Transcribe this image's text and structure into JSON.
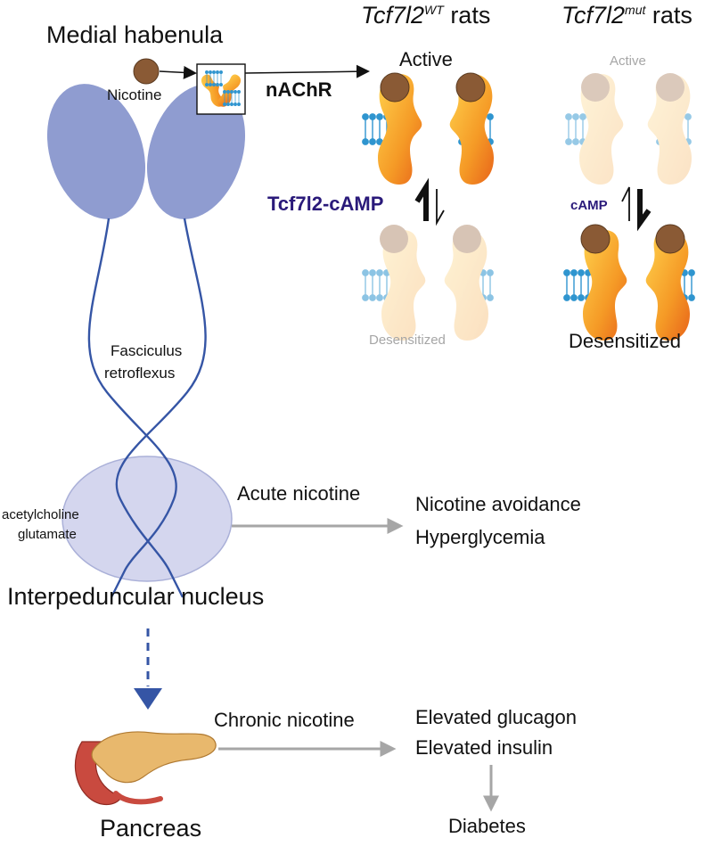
{
  "labels": {
    "medial_habenula": "Medial habenula",
    "nicotine": "Nicotine",
    "nachr": "nAChR",
    "fasciculus_line1": "Fasciculus",
    "fasciculus_line2": "retroflexus",
    "acetylcholine": "acetylcholine",
    "glutamate": "glutamate",
    "interpeduncular_nucleus": "Interpeduncular nucleus",
    "pancreas": "Pancreas"
  },
  "wt_panel": {
    "gene_base": "Tcf7l2",
    "gene_sup": "WT",
    "rats": " rats",
    "active": "Active",
    "regulator": "Tcf7l2-cAMP",
    "desensitized": "Desensitized"
  },
  "mut_panel": {
    "gene_base": "Tcf7l2",
    "gene_sup": "mut",
    "rats": " rats",
    "active": "Active",
    "regulator": "cAMP",
    "desensitized": "Desensitized"
  },
  "outcomes": {
    "acute_label": "Acute nicotine",
    "acute_result_1": "Nicotine avoidance",
    "acute_result_2": "Hyperglycemia",
    "chronic_label": "Chronic nicotine",
    "chronic_result_1": "Elevated glucagon",
    "chronic_result_2": "Elevated insulin",
    "final_result": "Diabetes"
  },
  "colors": {
    "habenula_blue": "#8f9cd0",
    "nucleus_fill": "#d4d6ee",
    "axon_blue": "#3555a5",
    "arrow_gray": "#a6a6a6",
    "receptor_orange": "#f28a1e",
    "receptor_yellow": "#ffd24d",
    "nicotine_brown": "#8a5a35",
    "membrane_blue": "#2f95cf",
    "pancreas_tan": "#e8b86d",
    "purple_text": "#2a1a7a"
  }
}
